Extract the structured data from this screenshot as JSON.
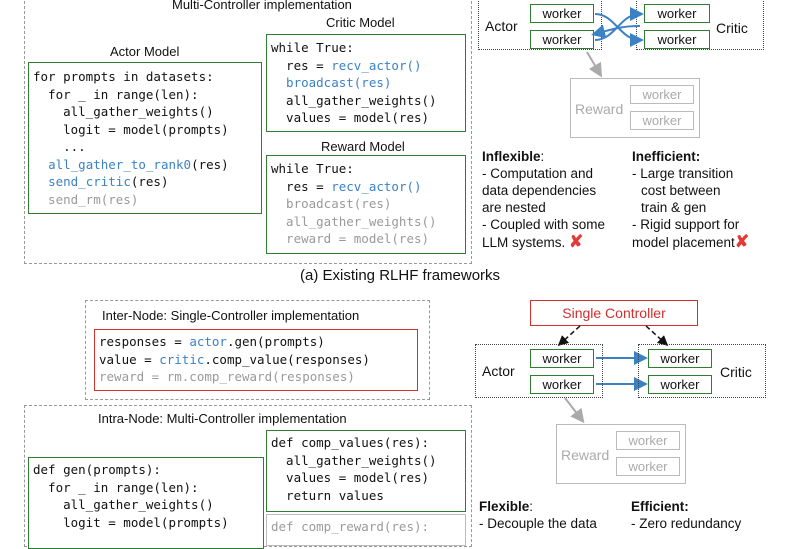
{
  "top": {
    "title": "Multi-Controller implementation",
    "actor_title": "Actor Model",
    "actor_code": [
      {
        "t": "for prompts in datasets:",
        "c": ""
      },
      {
        "t": "  for _ in range(len):",
        "c": ""
      },
      {
        "t": "    all_gather_weights()",
        "c": ""
      },
      {
        "t": "    logit = model(prompts)",
        "c": ""
      },
      {
        "t": "    ...",
        "c": ""
      },
      {
        "t": "  all_gather_to_rank0(res)",
        "c": "blue-fn"
      },
      {
        "t": "  send_critic(res)",
        "c": "blue-fn"
      },
      {
        "t": "  send_rm(res)",
        "c": "grey"
      }
    ],
    "critic_title": "Critic Model",
    "critic_code": [
      {
        "t": "while True:",
        "c": ""
      },
      {
        "t": "  res = recv_actor()",
        "c": "blue-call"
      },
      {
        "t": "  broadcast(res)",
        "c": "blue"
      },
      {
        "t": "  all_gather_weights()",
        "c": ""
      },
      {
        "t": "  values = model(res)",
        "c": ""
      }
    ],
    "reward_title": "Reward Model",
    "reward_code": [
      {
        "t": "while True:",
        "c": ""
      },
      {
        "t": "  res = recv_actor()",
        "c": "blue-call"
      },
      {
        "t": "  broadcast(res)",
        "c": "grey"
      },
      {
        "t": "  all_gather_weights()",
        "c": "grey"
      },
      {
        "t": "  reward = model(res)",
        "c": "grey"
      }
    ],
    "diagram": {
      "actor": "Actor",
      "critic": "Critic",
      "reward": "Reward",
      "worker": "worker"
    },
    "inflexible_head": "Inflexible",
    "inflexible_lines": [
      "- Computation and",
      "data dependencies",
      "are nested",
      "- Coupled with some",
      "LLM systems."
    ],
    "inefficient_head": "Inefficient:",
    "inefficient_lines": [
      "- Large transition",
      "cost between",
      "train & gen",
      "- Rigid support for",
      "model placement"
    ],
    "caption": "(a) Existing RLHF frameworks"
  },
  "bottom": {
    "inter_title": "Inter-Node: Single-Controller implementation",
    "inter_code": [
      {
        "pre": "responses = ",
        "fn": "actor",
        "post": ".gen(prompts)",
        "c": "mixed"
      },
      {
        "pre": "value = ",
        "fn": "critic",
        "post": ".comp_value(responses)",
        "c": "mixed"
      },
      {
        "pre": "reward = rm.comp_reward(responses)",
        "fn": "",
        "post": "",
        "c": "grey"
      }
    ],
    "intra_title": "Intra-Node: Multi-Controller implementation",
    "gen_code": [
      "def gen(prompts):",
      "  for _ in range(len):",
      "    all_gather_weights()",
      "    logit = model(prompts)"
    ],
    "values_code": [
      "def comp_values(res):",
      "  all_gather_weights()",
      "  values = model(res)",
      "  return values"
    ],
    "reward_code_partial": "def comp_reward(res):",
    "controller": "Single Controller",
    "diagram": {
      "actor": "Actor",
      "critic": "Critic",
      "reward": "Reward",
      "worker": "worker"
    },
    "flexible_head": "Flexible",
    "flexible_line": "- Decouple the data",
    "efficient_head": "Efficient:",
    "efficient_line": "-  Zero redundancy"
  },
  "colors": {
    "green": "#2e7d32",
    "red": "#d32f2f",
    "blue": "#3b82c4",
    "grey": "#9a9a9a"
  }
}
